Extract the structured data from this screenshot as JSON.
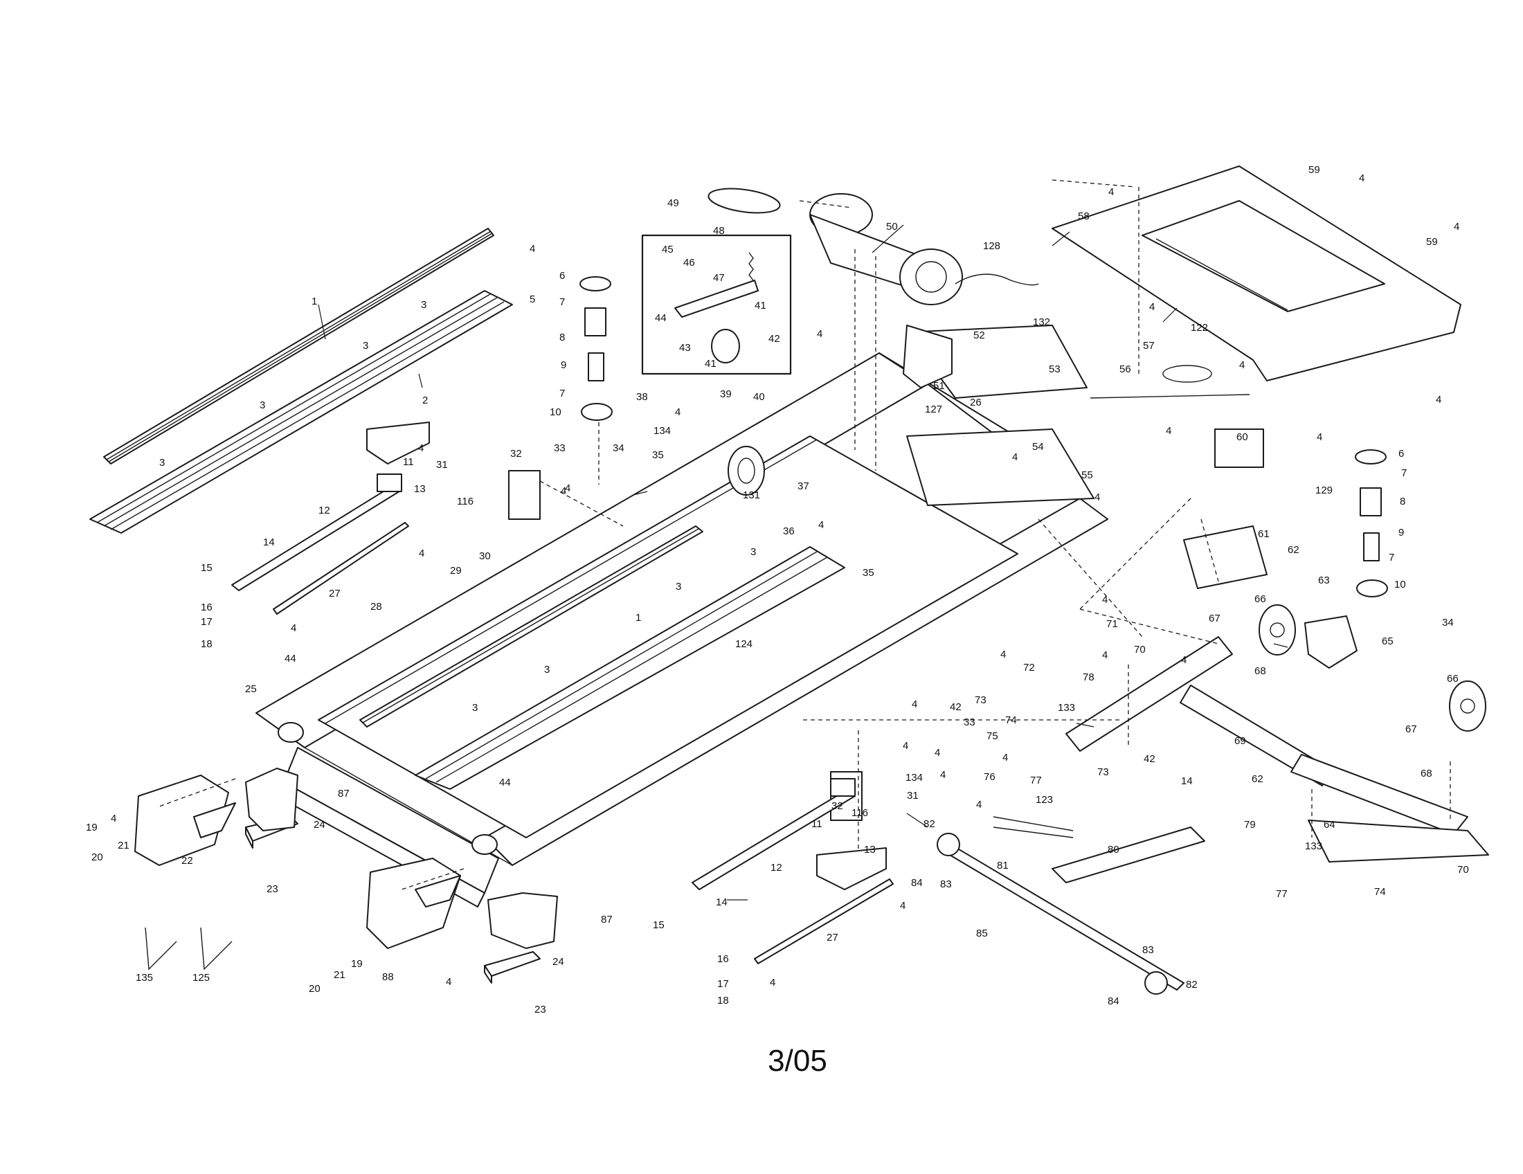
{
  "page_ref": "3/05",
  "callout_labels": [
    "1",
    "2",
    "3",
    "4",
    "5",
    "6",
    "7",
    "8",
    "9",
    "10",
    "11",
    "12",
    "13",
    "14",
    "15",
    "16",
    "17",
    "18",
    "19",
    "20",
    "21",
    "22",
    "23",
    "24",
    "25",
    "26",
    "27",
    "28",
    "29",
    "30",
    "31",
    "32",
    "33",
    "34",
    "35",
    "36",
    "37",
    "38",
    "39",
    "40",
    "41",
    "42",
    "43",
    "44",
    "45",
    "46",
    "47",
    "48",
    "49",
    "50",
    "51",
    "52",
    "53",
    "54",
    "55",
    "56",
    "57",
    "58",
    "59",
    "60",
    "61",
    "62",
    "63",
    "64",
    "65",
    "66",
    "67",
    "68",
    "69",
    "70",
    "71",
    "72",
    "73",
    "74",
    "75",
    "76",
    "77",
    "78",
    "79",
    "80",
    "81",
    "82",
    "83",
    "84",
    "85",
    "87",
    "88",
    "116",
    "122",
    "123",
    "124",
    "125",
    "127",
    "128",
    "129",
    "131",
    "132",
    "133",
    "134",
    "135"
  ]
}
